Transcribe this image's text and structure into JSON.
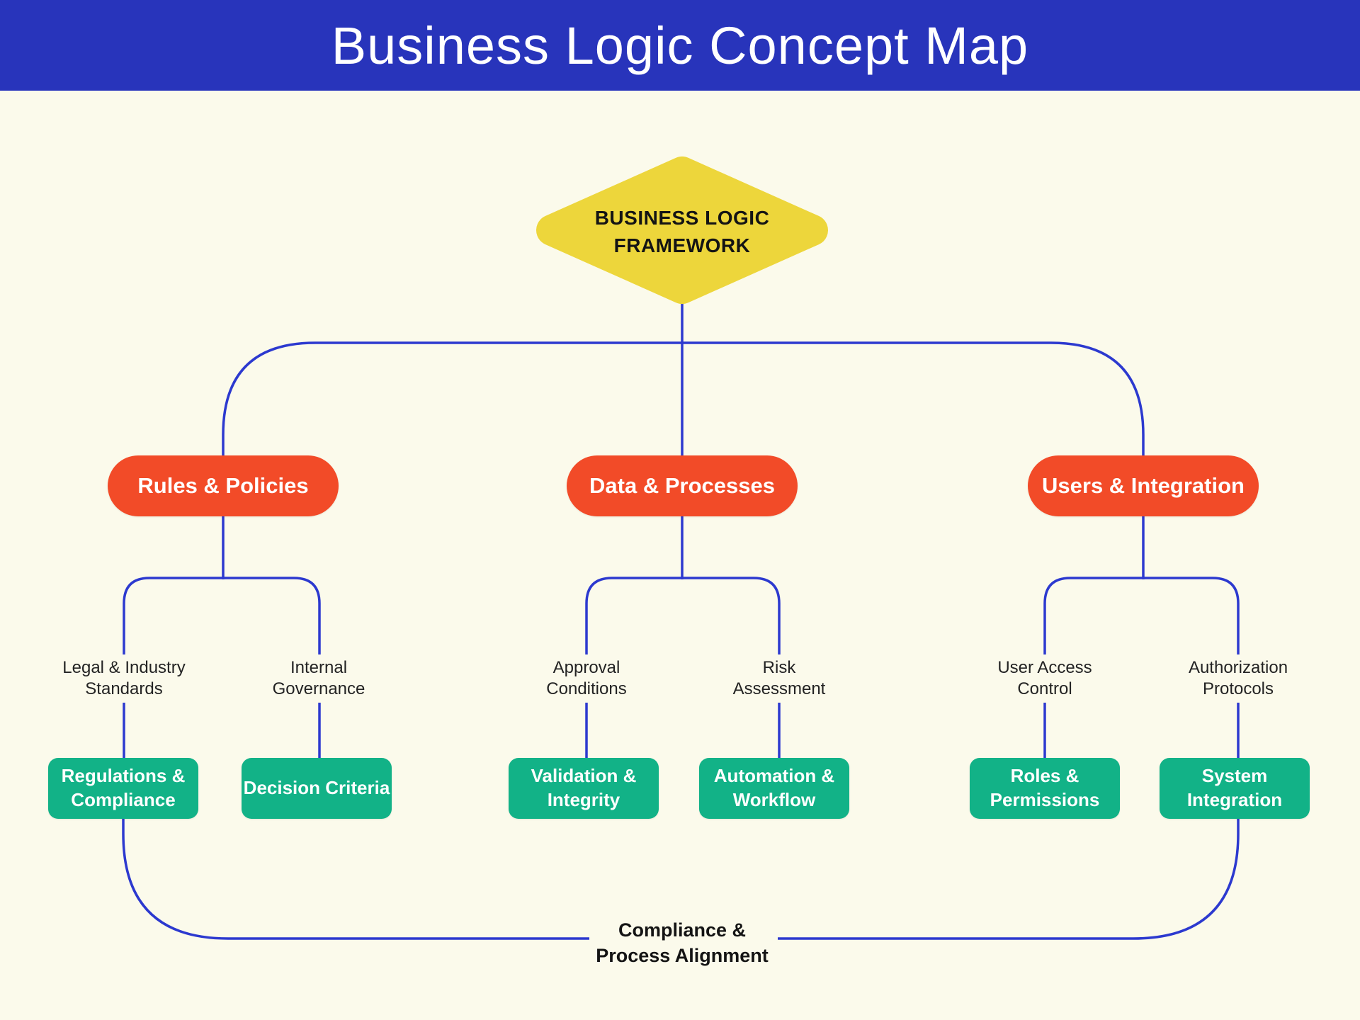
{
  "header": {
    "title": "Business Logic Concept Map"
  },
  "root": {
    "label": "BUSINESS LOGIC\nFRAMEWORK"
  },
  "branches": [
    {
      "label": "Rules & Policies",
      "subtopics": [
        {
          "label": "Legal & Industry\nStandards",
          "leaf": "Regulations &\nCompliance"
        },
        {
          "label": "Internal\nGovernance",
          "leaf": "Decision Criteria"
        }
      ]
    },
    {
      "label": "Data & Processes",
      "subtopics": [
        {
          "label": "Approval\nConditions",
          "leaf": "Validation &\nIntegrity"
        },
        {
          "label": "Risk\nAssessment",
          "leaf": "Automation &\nWorkflow"
        }
      ]
    },
    {
      "label": "Users & Integration",
      "subtopics": [
        {
          "label": "User Access\nControl",
          "leaf": "Roles &\nPermissions"
        },
        {
          "label": "Authorization\nProtocols",
          "leaf": "System\nIntegration"
        }
      ]
    }
  ],
  "footer": {
    "label": "Compliance &\nProcess Alignment"
  },
  "colors": {
    "header_bar": "#2834bb",
    "background": "#fbfaeb",
    "connector": "#2c39cf",
    "root_fill": "#edd63b",
    "branch_fill": "#f24b28",
    "leaf_fill": "#12b287",
    "text_dark": "#1c1c1c",
    "text_light": "#ffffff"
  }
}
